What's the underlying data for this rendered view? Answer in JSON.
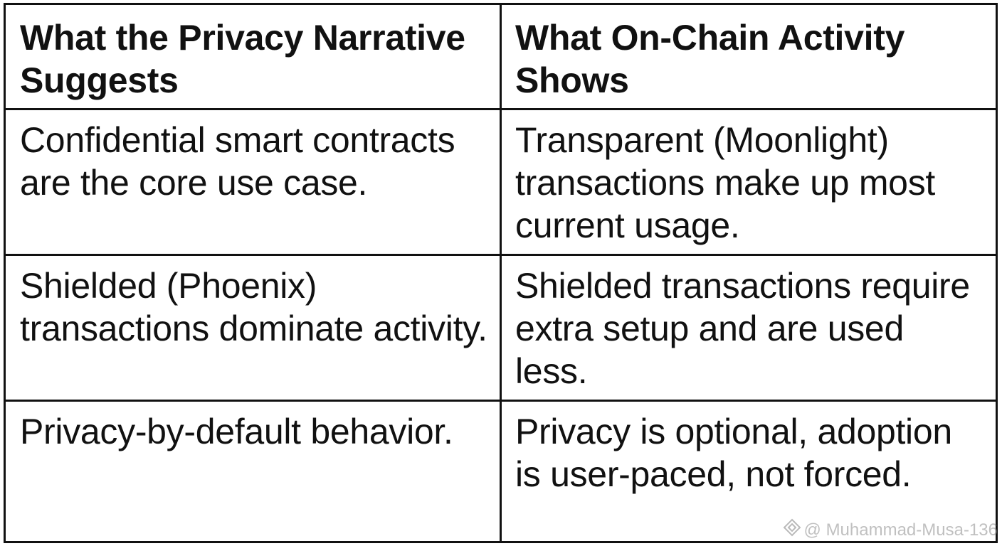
{
  "table": {
    "headers": [
      "What the Privacy Narrative Suggests",
      "What On-Chain Activity Shows"
    ],
    "rows": [
      [
        "Confidential smart contracts are the core use case.",
        "Transparent (Moonlight) transactions make up most current usage."
      ],
      [
        "Shielded (Phoenix) transactions dominate activity.",
        "Shielded transactions require extra setup and are used less."
      ],
      [
        "Privacy-by-default behavior.",
        "Privacy is optional, adoption is user-paced, not forced."
      ]
    ]
  },
  "watermark": {
    "icon": "diamond-logo-icon",
    "text": "@ Muhammad-Musa-136"
  }
}
